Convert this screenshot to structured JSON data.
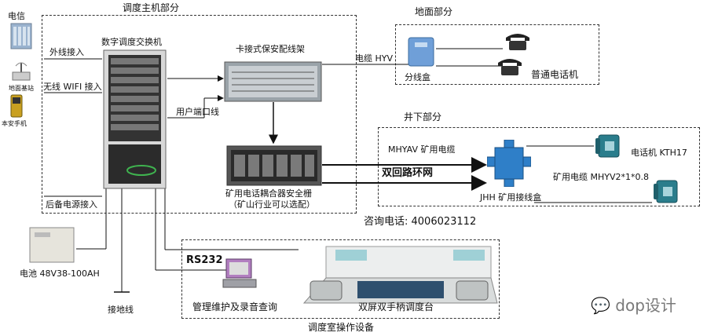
{
  "regions": {
    "dispatch_host": "调度主机部分",
    "ground": "地面部分",
    "underground": "井下部分",
    "console_room": "调度室操作设备"
  },
  "left_devices": {
    "telecom": "电信",
    "base_station": "地面基站",
    "safety_phone": "本安手机"
  },
  "host": {
    "switch": "数字调度交换机",
    "outside_line": "外线接入",
    "wifi": "无线 WIFI 接入",
    "backup_power": "后备电源接入",
    "battery": "电池 48V38-100AH",
    "ground_wire": "接地线"
  },
  "frames": {
    "distribution": "卡接式保安配线架",
    "user_port": "用户端口线",
    "coupler_line1": "矿用电话耦合器安全栅",
    "coupler_line2": "（矿山行业可以选配）"
  },
  "ground": {
    "cable": "电缆 HYV",
    "junction": "分线盒",
    "phone": "普通电话机"
  },
  "underground": {
    "mine_cable": "MHYAV 矿用电缆",
    "dual_loop": "双回路环网",
    "junction_box": "JHH 矿用接线盒",
    "cable2": "矿用电缆 MHYV2*1*0.8",
    "phone": "电话机 KTH17"
  },
  "consult": "咨询电话: 4006023112",
  "console": {
    "rs232": "RS232",
    "maintenance": "管理维护及录音查询",
    "desk": "双屏双手柄调度台"
  },
  "watermark": "dop设计",
  "colors": {
    "line": "#111111",
    "dashed": "#333333",
    "rack": "#3a3a3a",
    "box_blue": "#6f9fd8",
    "ex_blue": "#2f7fc8",
    "phone_teal": "#2a7d8c"
  }
}
